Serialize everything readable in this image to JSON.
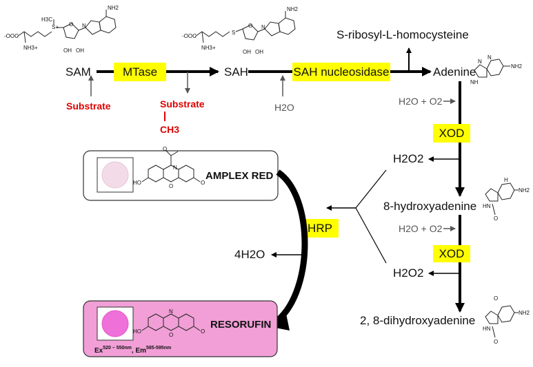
{
  "nodes": {
    "sam": "SAM",
    "sah": "SAH",
    "ribosyl": "S-ribosyl-L-homocysteine",
    "adenine": "Adenine",
    "hydroxyadenine": "8-hydroxyadenine",
    "dihydroxyadenine": "2, 8-dihydroxyadenine",
    "h2o2_a": "H2O2",
    "h2o2_b": "H2O2",
    "four_h2o": "4H2O"
  },
  "enzymes": {
    "mtase": "MTase",
    "sah_nucleosidase": "SAH nucleosidase",
    "xod_1": "XOD",
    "xod_2": "XOD",
    "hrp": "HRP"
  },
  "labels": {
    "substrate_in": "Substrate",
    "substrate_out": "Substrate",
    "methyl": "CH3",
    "water_in": "H2O",
    "cofactor_1": "H2O + O2",
    "cofactor_2": "H2O + O2"
  },
  "boxes": {
    "amplex_red": "AMPLEX RED",
    "resorufin": "RESORUFIN",
    "ex_label": "Ex",
    "ex_range": "520 – 550nm",
    "em_label": "Em",
    "em_range": "585-595nm"
  },
  "atoms": {
    "carboxylate": "-OOC",
    "amine": "NH3+",
    "sulfonium": "S+",
    "methyl_group": "H3C",
    "sulfur": "S",
    "amino": "NH2",
    "hydroxyl": "OH",
    "nitrogen": "N",
    "nh": "NH",
    "hn": "HN",
    "oxygen": "O",
    "ho": "HO",
    "h": "H"
  },
  "colors": {
    "enzyme_fill": "#ffff00",
    "substrate_red": "#dd0000",
    "resorufin_fill": "#f19fd6",
    "grey_text": "#555555"
  }
}
